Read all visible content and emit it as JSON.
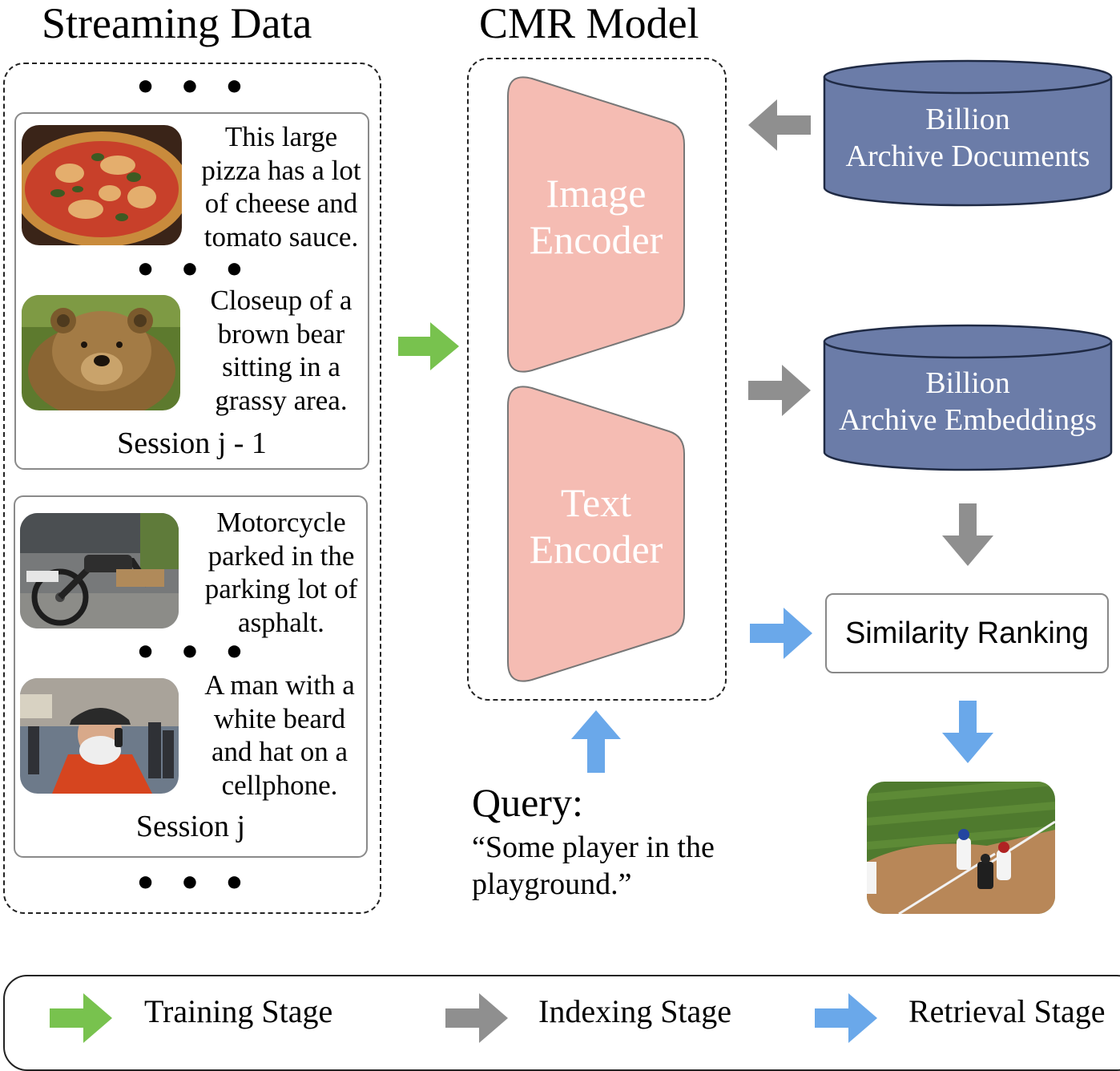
{
  "headings": {
    "streaming": "Streaming Data",
    "model": "CMR Model"
  },
  "ellipsis": "• • •",
  "sessions": [
    {
      "label": "Session j - 1",
      "items": [
        {
          "image": "pizza-photo",
          "caption": [
            "This large",
            "pizza has a lot",
            "of cheese and",
            "tomato sauce."
          ]
        },
        {
          "image": "bear-photo",
          "caption": [
            "Closeup of a",
            "brown bear",
            "sitting in a",
            "grassy area."
          ]
        }
      ]
    },
    {
      "label": "Session j",
      "items": [
        {
          "image": "motorcycle-photo",
          "caption": [
            "Motorcycle",
            "parked in the",
            "parking lot of",
            "asphalt."
          ]
        },
        {
          "image": "man-cellphone-photo",
          "caption": [
            "A man with a",
            "white beard",
            "and hat on a",
            "cellphone."
          ]
        }
      ]
    }
  ],
  "encoders": {
    "image": [
      "Image",
      "Encoder"
    ],
    "text": [
      "Text",
      "Encoder"
    ]
  },
  "databases": {
    "documents": [
      "Billion",
      "Archive Documents"
    ],
    "embeddings": [
      "Billion",
      "Archive Embeddings"
    ]
  },
  "similarity_ranking": "Similarity Ranking",
  "query": {
    "title": "Query:",
    "text": [
      "“Some player in the",
      "playground.”"
    ]
  },
  "result_image": "baseball-photo",
  "legend": [
    {
      "label": "Training Stage",
      "color": "#78c24e"
    },
    {
      "label": "Indexing Stage",
      "color": "#8f8f8f"
    },
    {
      "label": "Retrieval Stage",
      "color": "#6aa8ea"
    }
  ],
  "colors": {
    "encoder_fill": "#f5bcb3",
    "database_fill": "#6b7ca8",
    "training_arrow": "#78c24e",
    "indexing_arrow": "#8f8f8f",
    "retrieval_arrow": "#6aa8ea"
  }
}
